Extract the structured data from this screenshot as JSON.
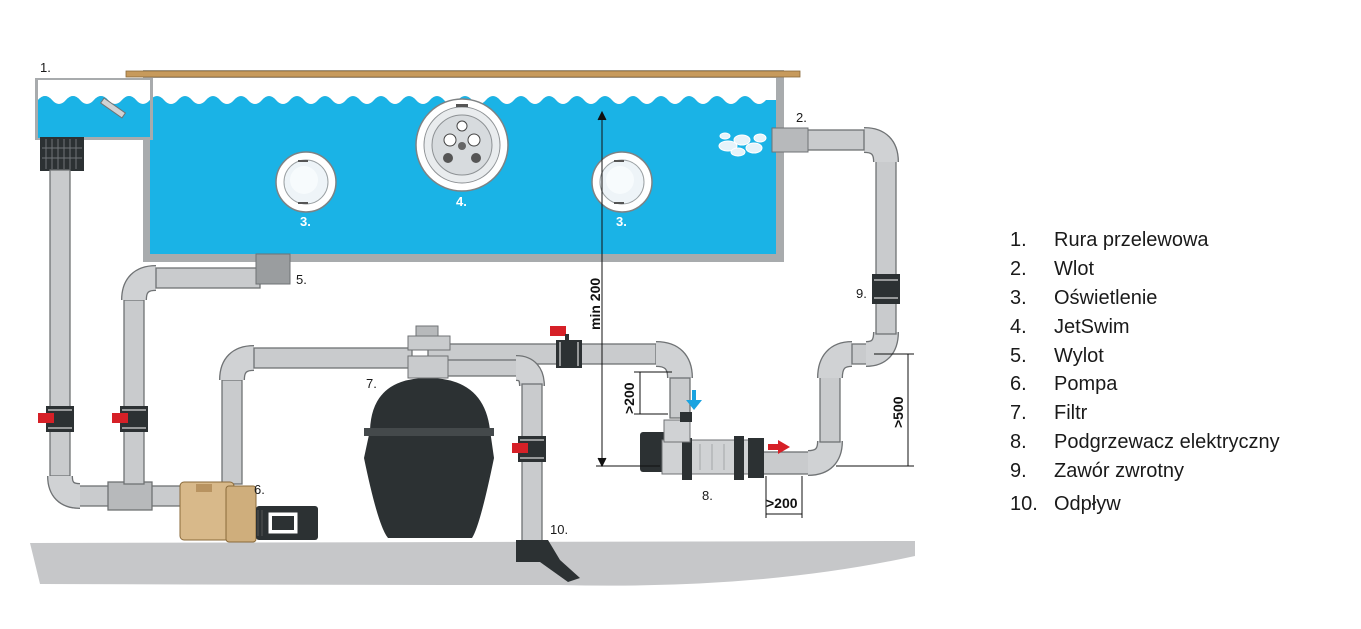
{
  "diagram": {
    "callouts": {
      "overflow_pipe": "1.",
      "inlet": "2.",
      "light_left": "3.",
      "jetswim": "4.",
      "light_right": "3.",
      "outlet": "5.",
      "pump": "6.",
      "filter": "7.",
      "heater": "8.",
      "check_valve": "9.",
      "drain": "10."
    },
    "dimensions": {
      "min_height": "min 200",
      "heater_inlet_height": ">200",
      "heater_outlet_length": ">200",
      "return_height": ">500"
    }
  },
  "legend": [
    {
      "num": "1.",
      "label": "Rura przelewowa"
    },
    {
      "num": "2.",
      "label": "Wlot"
    },
    {
      "num": "3.",
      "label": "Oświetlenie"
    },
    {
      "num": "4.",
      "label": "JetSwim"
    },
    {
      "num": "5.",
      "label": "Wylot"
    },
    {
      "num": "6.",
      "label": "Pompa"
    },
    {
      "num": "7.",
      "label": "Filtr"
    },
    {
      "num": "8.",
      "label": "Podgrzewacz elektryczny"
    },
    {
      "num": "9.",
      "label": "Zawór zwrotny"
    },
    {
      "num": "10.",
      "label": "Odpływ"
    }
  ],
  "colors": {
    "water": "#1ab3e6",
    "pipe": "#c9cbcd",
    "valve_handle": "#d62027",
    "filter_body": "#2c3133",
    "pump_housing": "#d8b98a",
    "ground": "#c8c9cb",
    "deck": "#c79a5c"
  }
}
